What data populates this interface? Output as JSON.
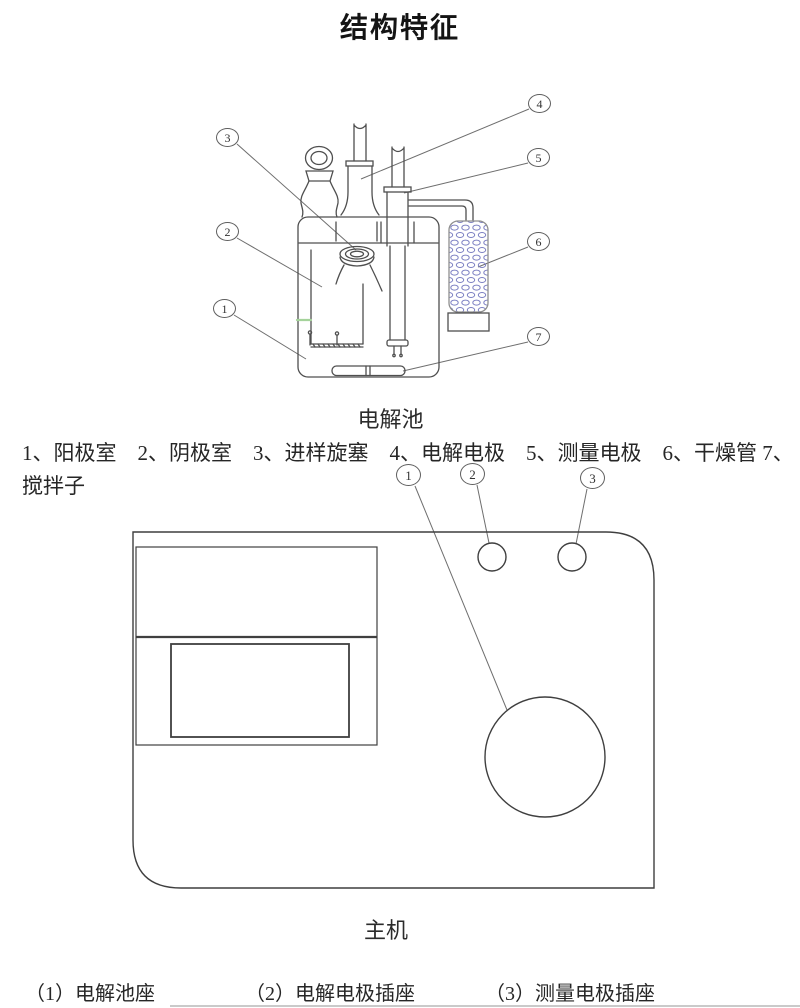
{
  "page": {
    "title": "结构特征",
    "background_color": "#ffffff",
    "text_color": "#262626"
  },
  "cell_figure": {
    "caption": "电解池",
    "parts_line1": "1、阳极室　2、阴极室　3、进样旋塞　4、电解电极　5、测量电极　6、干燥管 7、",
    "parts_line2": "搅拌子",
    "callouts": [
      {
        "num": "1"
      },
      {
        "num": "2"
      },
      {
        "num": "3"
      },
      {
        "num": "4"
      },
      {
        "num": "5"
      },
      {
        "num": "6"
      },
      {
        "num": "7"
      }
    ],
    "colors": {
      "line": "#4f4f4f",
      "desiccant_beads": "#7a7ec2",
      "level_mark_green": "#a5d39b"
    }
  },
  "main_unit_figure": {
    "caption": "主机",
    "callouts": [
      {
        "num": "1"
      },
      {
        "num": "2"
      },
      {
        "num": "3"
      }
    ],
    "legend": [
      {
        "label": "（1）电解池座"
      },
      {
        "label": "（2）电解电极插座"
      },
      {
        "label": "（3）测量电极插座"
      }
    ]
  }
}
